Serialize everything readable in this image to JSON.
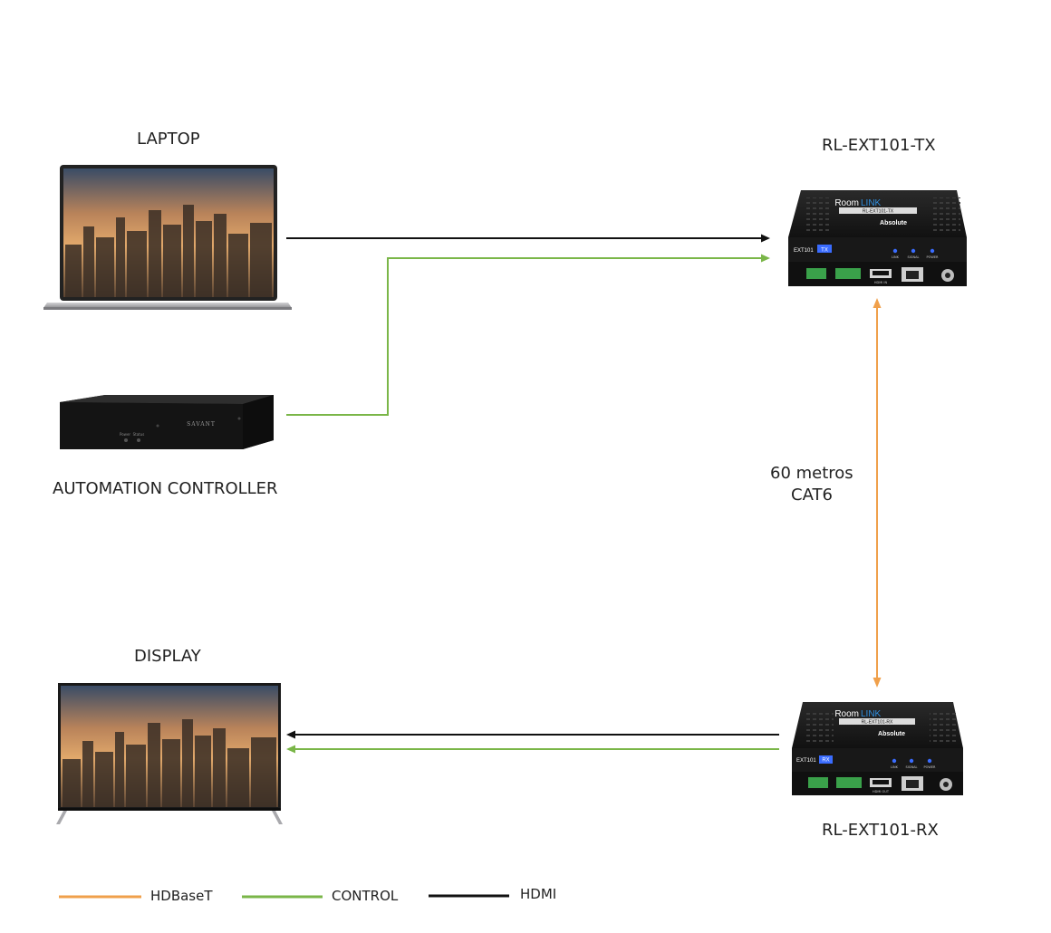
{
  "nodes": {
    "laptop": {
      "label": "LAPTOP"
    },
    "controller": {
      "label": "AUTOMATION CONTROLLER",
      "brand": "SAVANT",
      "port_labels": [
        "Power",
        "Status"
      ]
    },
    "display": {
      "label": "DISPLAY"
    },
    "tx": {
      "label": "RL-EXT101-TX",
      "brand_room": "Room",
      "brand_link": "LINK",
      "model_plate": "RL-EXT101-TX",
      "maker": "Absolute",
      "model_tag": "EXT101",
      "role_badge": "TX",
      "leds": [
        "LINK",
        "SIGNAL",
        "POWER"
      ],
      "port_hdmi": "HDMI IN"
    },
    "rx": {
      "label": "RL-EXT101-RX",
      "brand_room": "Room",
      "brand_link": "LINK",
      "model_plate": "RL-EXT101-RX",
      "maker": "Absolute",
      "model_tag": "EXT101",
      "role_badge": "RX",
      "leds": [
        "LINK",
        "SIGNAL",
        "POWER"
      ],
      "port_hdmi": "HDMI OUT"
    }
  },
  "cable": {
    "line1": "60 metros",
    "line2": "CAT6"
  },
  "colors": {
    "hdbaset": "#f0a04b",
    "control": "#7ab648",
    "hdmi": "#111111",
    "device_body": "#1f1f1f",
    "led": "#3a6cff",
    "brand_link": "#2f8fe0"
  },
  "legend": [
    {
      "key": "hdbaset",
      "label": "HDBaseT"
    },
    {
      "key": "control",
      "label": "CONTROL"
    },
    {
      "key": "hdmi",
      "label": "HDMI"
    }
  ]
}
